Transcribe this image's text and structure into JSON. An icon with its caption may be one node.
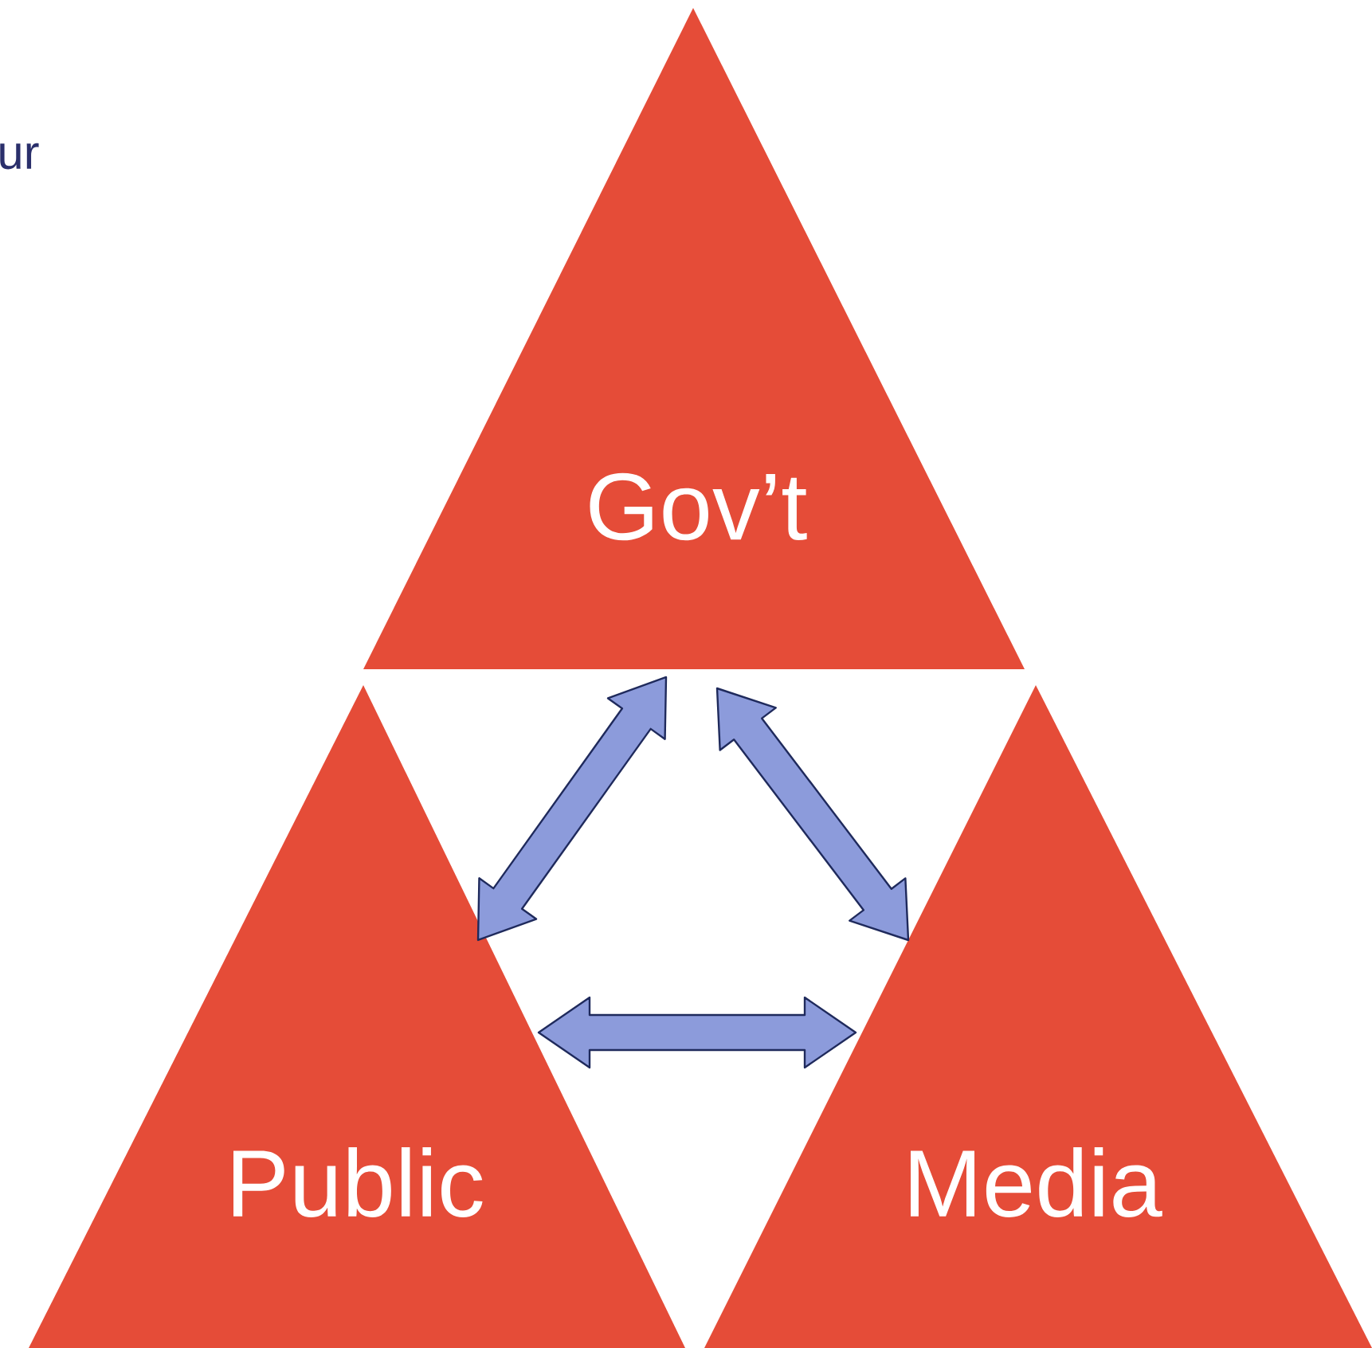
{
  "diagram": {
    "nodes": [
      {
        "text": [
          "Gov’t"
        ]
      },
      {
        "text": [
          "Public"
        ]
      },
      {
        "text": [
          "Media"
        ]
      }
    ],
    "edges": [
      {
        "from": 1,
        "to": 0,
        "arrow": "both"
      },
      {
        "from": 0,
        "to": 2,
        "arrow": "both"
      },
      {
        "from": 1,
        "to": 2,
        "arrow": "both"
      }
    ],
    "labels": [
      "ur"
    ]
  }
}
